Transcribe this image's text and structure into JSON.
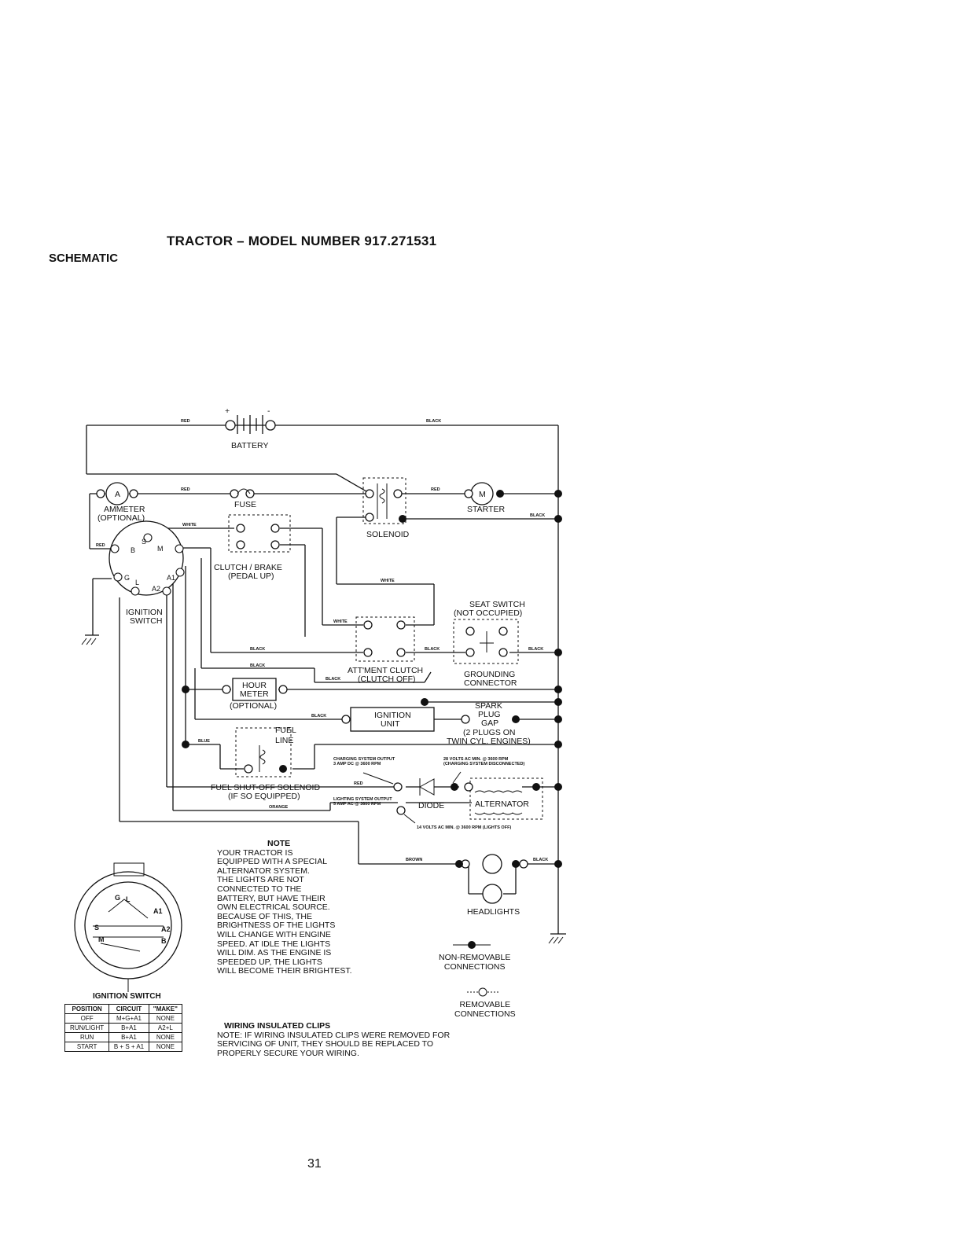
{
  "header": {
    "title": "TRACTOR – MODEL NUMBER 917.271531",
    "section": "SCHEMATIC"
  },
  "components": {
    "battery": "BATTERY",
    "battery_plus": "+",
    "battery_minus": "-",
    "ammeter": "AMMETER",
    "ammeter_opt": "(OPTIONAL)",
    "ammeter_symbol": "A",
    "fuse": "FUSE",
    "solenoid": "SOLENOID",
    "starter": "STARTER",
    "starter_symbol": "M",
    "clutch_brake": "CLUTCH / BRAKE",
    "clutch_brake_sub": "(PEDAL UP)",
    "ignition_switch_1": "IGNITION",
    "ignition_switch_2": "SWITCH",
    "seat_switch": "SEAT SWITCH",
    "seat_switch_sub": "(NOT OCCUPIED)",
    "attment_clutch": "ATT'MENT CLUTCH",
    "attment_clutch_sub": "(CLUTCH OFF)",
    "grounding_1": "GROUNDING",
    "grounding_2": "CONNECTOR",
    "hour_meter_1": "HOUR",
    "hour_meter_2": "METER",
    "hour_meter_opt": "(OPTIONAL)",
    "ignition_unit_1": "IGNITION",
    "ignition_unit_2": "UNIT",
    "spark_1": "SPARK",
    "spark_2": "PLUG",
    "spark_3": "GAP",
    "spark_4": "(2 PLUGS ON",
    "spark_5": "TWIN CYL. ENGINES)",
    "fuel_1": "FUEL",
    "fuel_2": "LINE",
    "fuel_solenoid": "FUEL SHUT-OFF SOLENOID",
    "fuel_solenoid_sub": "(IF SO EQUIPPED)",
    "diode": "DIODE",
    "alternator": "ALTERNATOR",
    "headlights": "HEADLIGHTS",
    "term_b": "B",
    "term_s": "S",
    "term_m": "M",
    "term_g": "G",
    "term_a1": "A1",
    "term_l": "L",
    "term_a2": "A2"
  },
  "wires": {
    "red": "RED",
    "black": "BLACK",
    "white": "WHITE",
    "blue": "BLUE",
    "orange": "ORANGE",
    "brown": "BROWN"
  },
  "annotations": {
    "charging_1": "CHARGING SYSTEM OUTPUT",
    "charging_2": "3 AMP DC @ 3600 RPM",
    "volts28_1": "28 VOLTS AC MIN. @ 3600 RPM",
    "volts28_2": "(CHARGING SYSTEM DISCONNECTED)",
    "lighting_1": "LIGHTING SYSTEM OUTPUT",
    "lighting_2": "5 AMP AC @ 3600 RPM",
    "volts14": "14 VOLTS AC MIN. @ 3600 RPM (LIGHTS OFF)"
  },
  "note": {
    "heading": "NOTE",
    "lines": [
      "YOUR TRACTOR IS",
      "EQUIPPED WITH A SPECIAL",
      "ALTERNATOR SYSTEM.",
      "THE LIGHTS ARE NOT",
      "CONNECTED TO THE",
      "BATTERY, BUT HAVE THEIR",
      "OWN ELECTRICAL SOURCE.",
      "BECAUSE OF THIS, THE",
      "BRIGHTNESS OF THE LIGHTS",
      "WILL CHANGE WITH ENGINE",
      "SPEED.  AT IDLE THE LIGHTS",
      "WILL DIM.  AS THE ENGINE IS",
      "SPEEDED UP, THE LIGHTS",
      "WILL BECOME THEIR BRIGHTEST."
    ]
  },
  "legend": {
    "non_removable_1": "NON-REMOVABLE",
    "non_removable_2": "CONNECTIONS",
    "removable_1": "REMOVABLE",
    "removable_2": "CONNECTIONS"
  },
  "clips": {
    "heading": "WIRING INSULATED CLIPS",
    "lines": [
      "NOTE: IF WIRING INSULATED CLIPS WERE REMOVED FOR",
      "SERVICING OF UNIT, THEY SHOULD BE REPLACED TO",
      "PROPERLY SECURE YOUR WIRING."
    ]
  },
  "ignition_table": {
    "caption": "IGNITION SWITCH",
    "headers": [
      "POSITION",
      "CIRCUIT",
      "\"MAKE\""
    ],
    "rows": [
      [
        "OFF",
        "M+G+A1",
        "NONE"
      ],
      [
        "RUN/LIGHT",
        "B+A1",
        "A2+L"
      ],
      [
        "RUN",
        "B+A1",
        "NONE"
      ],
      [
        "START",
        "B + S + A1",
        "NONE"
      ]
    ],
    "face_labels": [
      "G",
      "L",
      "A1",
      "S",
      "A2",
      "M",
      "B"
    ]
  },
  "page_number": "31"
}
